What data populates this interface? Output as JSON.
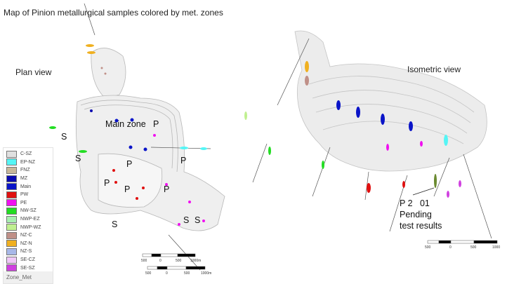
{
  "title": "Map of Pinion metallurgical samples colored by met. zones",
  "plan_view_label": "Plan view",
  "iso_view_label": "Isometric view",
  "plan_labels": {
    "s1": "S",
    "main_zone": "Main zone",
    "p_main": "P",
    "s2": "S",
    "p_east": "P",
    "p_center": "P",
    "p_sw": "P",
    "p_s": "P",
    "p_se": "P",
    "s3": "S",
    "s4": "S",
    "s5": "S"
  },
  "iso_annotation": {
    "hole": "P 2   01",
    "line1": "Pending",
    "line2": "test results"
  },
  "legend": {
    "items": [
      {
        "label": "C-SZ",
        "color": "#e0e0e0"
      },
      {
        "label": "EP-NZ",
        "color": "#55f5f5"
      },
      {
        "label": "FNZ",
        "color": "#c8b89a"
      },
      {
        "label": "MZ",
        "color": "#0a0ab0"
      },
      {
        "label": "Main",
        "color": "#0a14c8"
      },
      {
        "label": "PW",
        "color": "#e01010"
      },
      {
        "label": "PE",
        "color": "#f010f0"
      },
      {
        "label": "NW-SZ",
        "color": "#22dd22"
      },
      {
        "label": "NWP-EZ",
        "color": "#a8f0b0"
      },
      {
        "label": "NWP-WZ",
        "color": "#c0f090"
      },
      {
        "label": "NZ-C",
        "color": "#c09088"
      },
      {
        "label": "NZ-N",
        "color": "#f0b020"
      },
      {
        "label": "NZ-S",
        "color": "#a8b8e8"
      },
      {
        "label": "SE-CZ",
        "color": "#f0c8f8"
      },
      {
        "label": "SE-SZ",
        "color": "#d040e0"
      }
    ],
    "footer": "Zone_Met"
  },
  "scales": {
    "plan1": [
      "500",
      "0",
      "500",
      "1000m"
    ],
    "plan2": [
      "500",
      "0",
      "500",
      "1000m"
    ],
    "iso": [
      "500",
      "0",
      "500",
      "1000"
    ]
  }
}
